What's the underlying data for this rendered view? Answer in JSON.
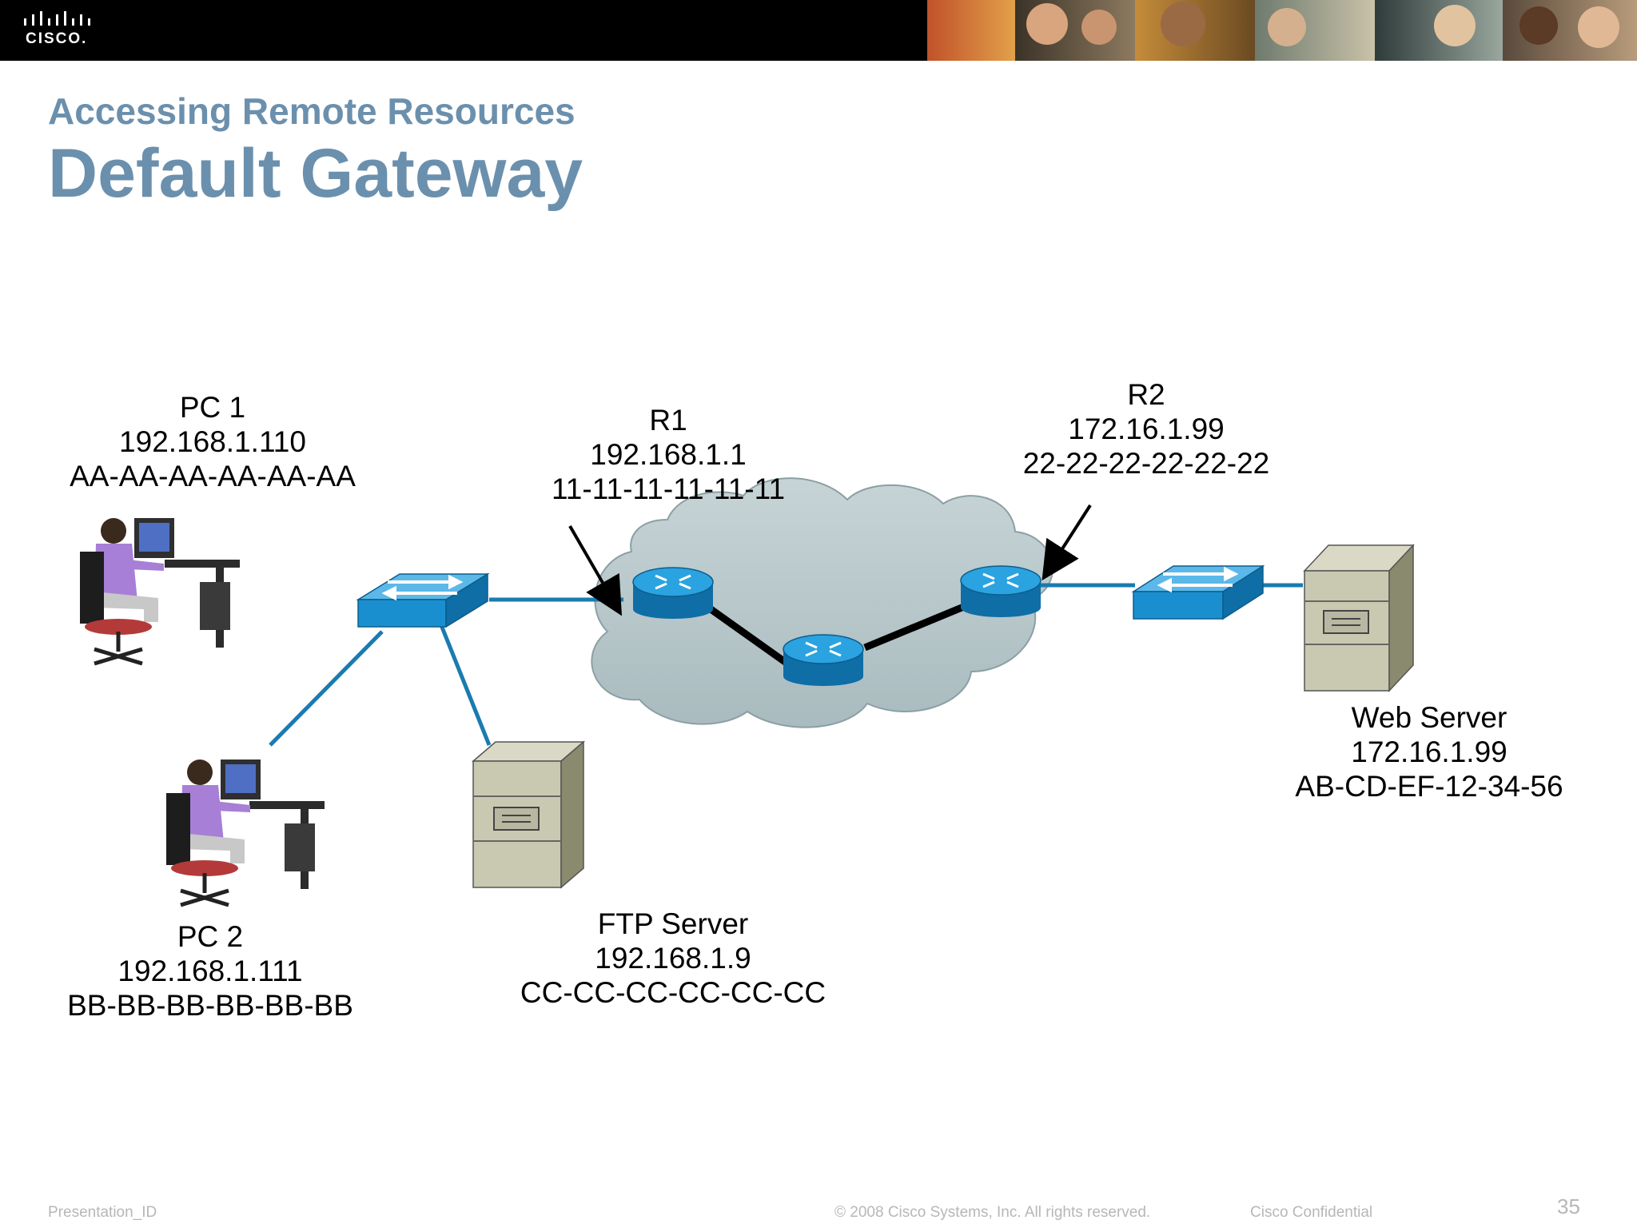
{
  "header": {
    "logo_text": "CISCO."
  },
  "slide": {
    "subtitle": "Accessing Remote Resources",
    "title": "Default Gateway"
  },
  "nodes": {
    "pc1": {
      "name": "PC 1",
      "ip": "192.168.1.110",
      "mac": "AA-AA-AA-AA-AA-AA"
    },
    "pc2": {
      "name": "PC 2",
      "ip": "192.168.1.111",
      "mac": "BB-BB-BB-BB-BB-BB"
    },
    "r1": {
      "name": "R1",
      "ip": "192.168.1.1",
      "mac": "11-11-11-11-11-11"
    },
    "r2": {
      "name": "R2",
      "ip": "172.16.1.99",
      "mac": "22-22-22-22-22-22"
    },
    "ftp": {
      "name": "FTP Server",
      "ip": "192.168.1.9",
      "mac": "CC-CC-CC-CC-CC-CC"
    },
    "web": {
      "name": "Web Server",
      "ip": "172.16.1.99",
      "mac": "AB-CD-EF-12-34-56"
    }
  },
  "footer": {
    "presentation_id": "Presentation_ID",
    "copyright": "© 2008 Cisco Systems, Inc. All rights reserved.",
    "confidential": "Cisco Confidential",
    "page_number": "35"
  },
  "colors": {
    "title": "#6b90ad",
    "link": "#1a7bb0",
    "device_blue": "#1a8fd0",
    "cloud": "#b8c8cc"
  }
}
